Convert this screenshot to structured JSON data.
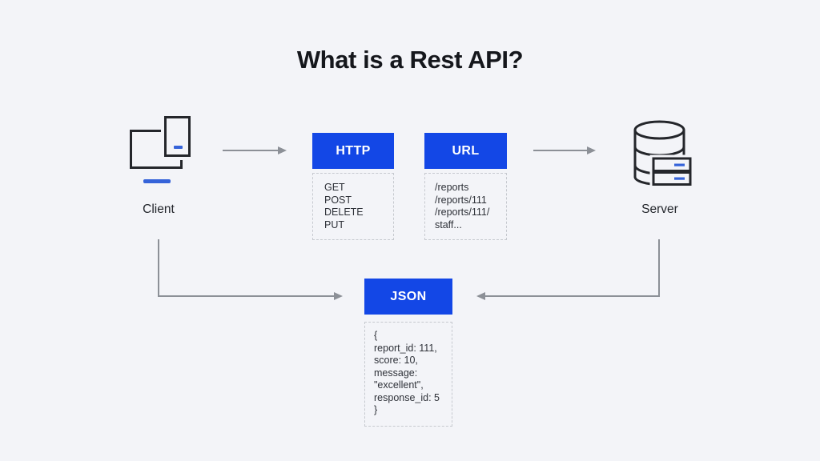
{
  "page": {
    "title": "What is a Rest API?",
    "background": "#f3f4f8"
  },
  "colors": {
    "box_blue": "#1347e6",
    "icon_accent_blue": "#3563d9",
    "icon_stroke": "#24262b",
    "arrow_gray": "#8c9097",
    "dashed_border": "#c6c9cf",
    "text_dark": "#2e3138"
  },
  "client": {
    "label": "Client"
  },
  "server": {
    "label": "Server"
  },
  "http": {
    "label": "HTTP",
    "methods": [
      "GET",
      "POST",
      "DELETE",
      "PUT"
    ]
  },
  "url": {
    "label": "URL",
    "paths": [
      "/reports",
      "/reports/111",
      "/reports/111/",
      "staff..."
    ]
  },
  "json": {
    "label": "JSON",
    "body_lines": [
      "{",
      "report_id: 111,",
      "score: 10,",
      "message:",
      "\"excellent\",",
      "response_id: 5",
      "}"
    ]
  }
}
